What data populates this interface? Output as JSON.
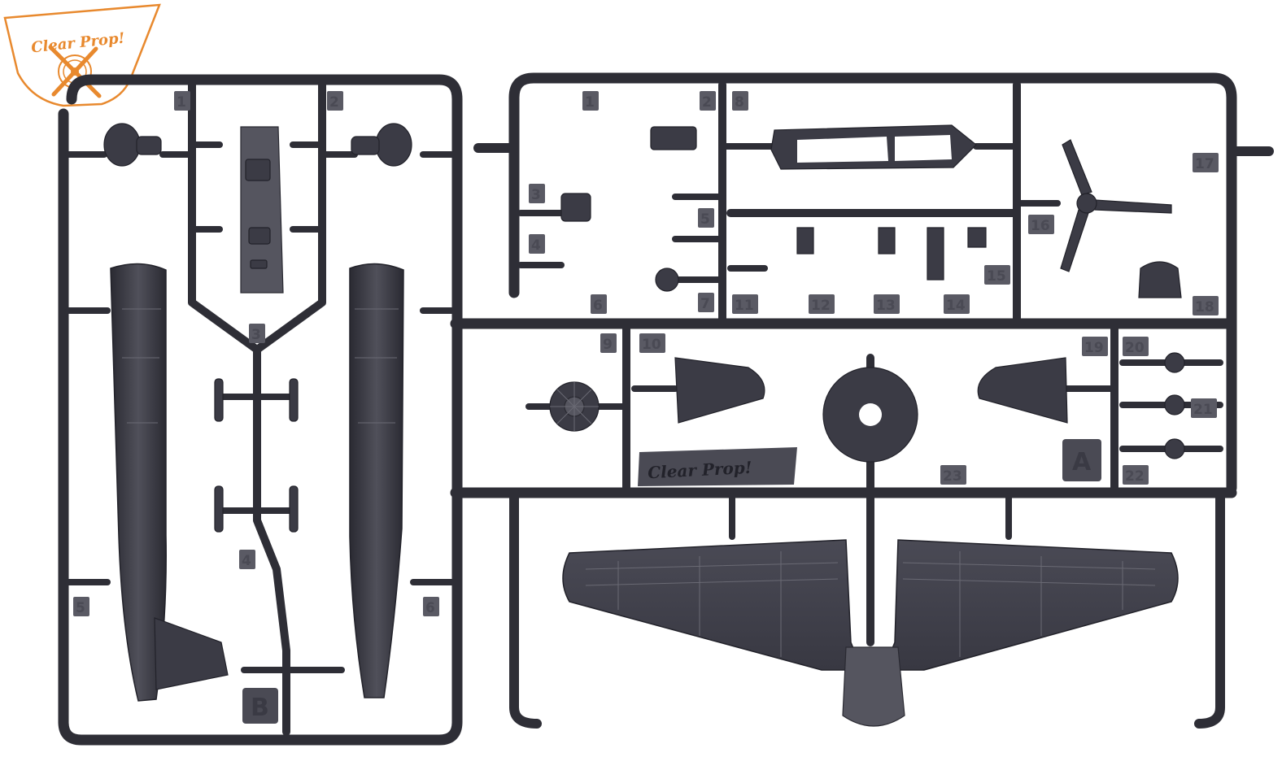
{
  "logo": {
    "brand_text": "Clear Prop!",
    "color": "#e8892e"
  },
  "sprue_b": {
    "letter": "B",
    "part_numbers": [
      "1",
      "2",
      "3",
      "4",
      "5",
      "6"
    ]
  },
  "sprue_a": {
    "letter": "A",
    "embossed_text": "Clear Prop!",
    "part_numbers": [
      "1",
      "2",
      "8",
      "3",
      "5",
      "4",
      "6",
      "7",
      "11",
      "12",
      "13",
      "14",
      "15",
      "16",
      "17",
      "18",
      "9",
      "10",
      "19",
      "20",
      "21",
      "22",
      "23"
    ]
  },
  "colors": {
    "plastic": "#3b3b45",
    "runner": "#2e2e36",
    "background": "#ffffff"
  }
}
